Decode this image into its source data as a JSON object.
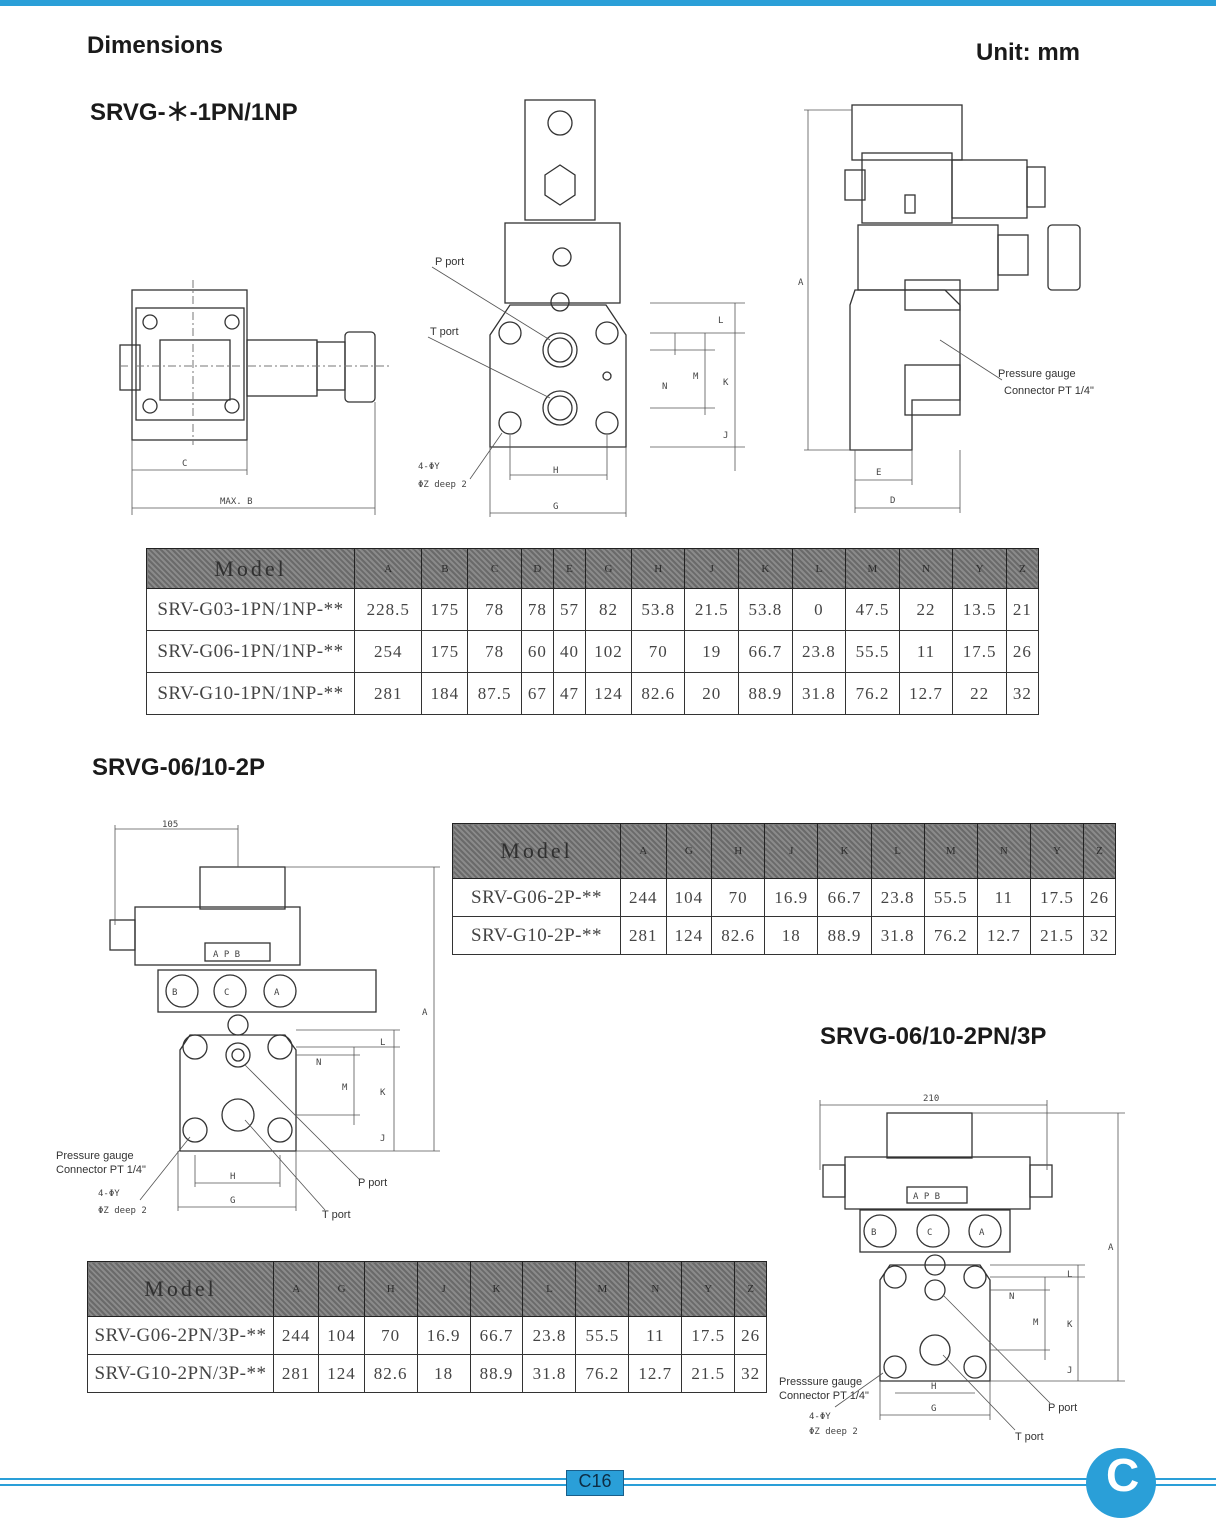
{
  "header": {
    "title": "Dimensions",
    "unit": "Unit: mm"
  },
  "section1": {
    "title": "SRVG-＊-1PN/1NP",
    "labels": {
      "p_port": "P port",
      "t_port": "T port",
      "hole": "4-ΦY",
      "deep": "ΦZ deep 2",
      "c": "C",
      "max_b": "MAX. B",
      "h": "H",
      "g": "G",
      "e": "E",
      "d": "D",
      "a": "A",
      "l": "L",
      "m": "M",
      "n": "N",
      "k": "K",
      "j": "J",
      "gauge1": "Pressure gauge",
      "gauge2": "Connector PT 1/4\""
    },
    "table": {
      "headers": [
        "Model",
        "A",
        "B",
        "C",
        "D",
        "E",
        "G",
        "H",
        "J",
        "K",
        "L",
        "M",
        "N",
        "Y",
        "Z"
      ],
      "rows": [
        [
          "SRV-G03-1PN/1NP-**",
          "228.5",
          "175",
          "78",
          "78",
          "57",
          "82",
          "53.8",
          "21.5",
          "53.8",
          "0",
          "47.5",
          "22",
          "13.5",
          "21"
        ],
        [
          "SRV-G06-1PN/1NP-**",
          "254",
          "175",
          "78",
          "60",
          "40",
          "102",
          "70",
          "19",
          "66.7",
          "23.8",
          "55.5",
          "11",
          "17.5",
          "26"
        ],
        [
          "SRV-G10-1PN/1NP-**",
          "281",
          "184",
          "87.5",
          "67",
          "47",
          "124",
          "82.6",
          "20",
          "88.9",
          "31.8",
          "76.2",
          "12.7",
          "22",
          "32"
        ]
      ]
    }
  },
  "section2": {
    "title": "SRVG-06/10-2P",
    "labels": {
      "dim105": "105",
      "a": "A",
      "apb": "A  P  B",
      "b": "B",
      "c": "C",
      "a_port": "A",
      "gauge1": "Pressure gauge",
      "gauge2": "Connector PT 1/4\"",
      "hole": "4-ΦY",
      "deep": "ΦZ deep 2",
      "h": "H",
      "g": "G",
      "p_port": "P port",
      "t_port": "T port",
      "l": "L",
      "m": "M",
      "n": "N",
      "k": "K",
      "j": "J"
    },
    "table": {
      "headers": [
        "Model",
        "A",
        "G",
        "H",
        "J",
        "K",
        "L",
        "M",
        "N",
        "Y",
        "Z"
      ],
      "rows": [
        [
          "SRV-G06-2P-**",
          "244",
          "104",
          "70",
          "16.9",
          "66.7",
          "23.8",
          "55.5",
          "11",
          "17.5",
          "26"
        ],
        [
          "SRV-G10-2P-**",
          "281",
          "124",
          "82.6",
          "18",
          "88.9",
          "31.8",
          "76.2",
          "12.7",
          "21.5",
          "32"
        ]
      ]
    }
  },
  "section3": {
    "title": "SRVG-06/10-2PN/3P",
    "labels": {
      "dim210": "210",
      "a": "A",
      "apb": "A  P  B",
      "b": "B",
      "c": "C",
      "a_port": "A",
      "gauge1": "Presssure gauge",
      "gauge2": "Connector PT 1/4\"",
      "hole": "4-ΦY",
      "deep": "ΦZ deep 2",
      "h": "H",
      "g": "G",
      "p_port": "P port",
      "t_port": "T port",
      "l": "L",
      "m": "M",
      "n": "N",
      "k": "K",
      "j": "J"
    },
    "table": {
      "headers": [
        "Model",
        "A",
        "G",
        "H",
        "J",
        "K",
        "L",
        "M",
        "N",
        "Y",
        "Z"
      ],
      "rows": [
        [
          "SRV-G06-2PN/3P-**",
          "244",
          "104",
          "70",
          "16.9",
          "66.7",
          "23.8",
          "55.5",
          "11",
          "17.5",
          "26"
        ],
        [
          "SRV-G10-2PN/3P-**",
          "281",
          "124",
          "82.6",
          "18",
          "88.9",
          "31.8",
          "76.2",
          "12.7",
          "21.5",
          "32"
        ]
      ]
    }
  },
  "footer": {
    "page": "C16",
    "corner_letter": "C"
  },
  "colors": {
    "accent": "#2a9fd8",
    "table_header": "#777777"
  }
}
